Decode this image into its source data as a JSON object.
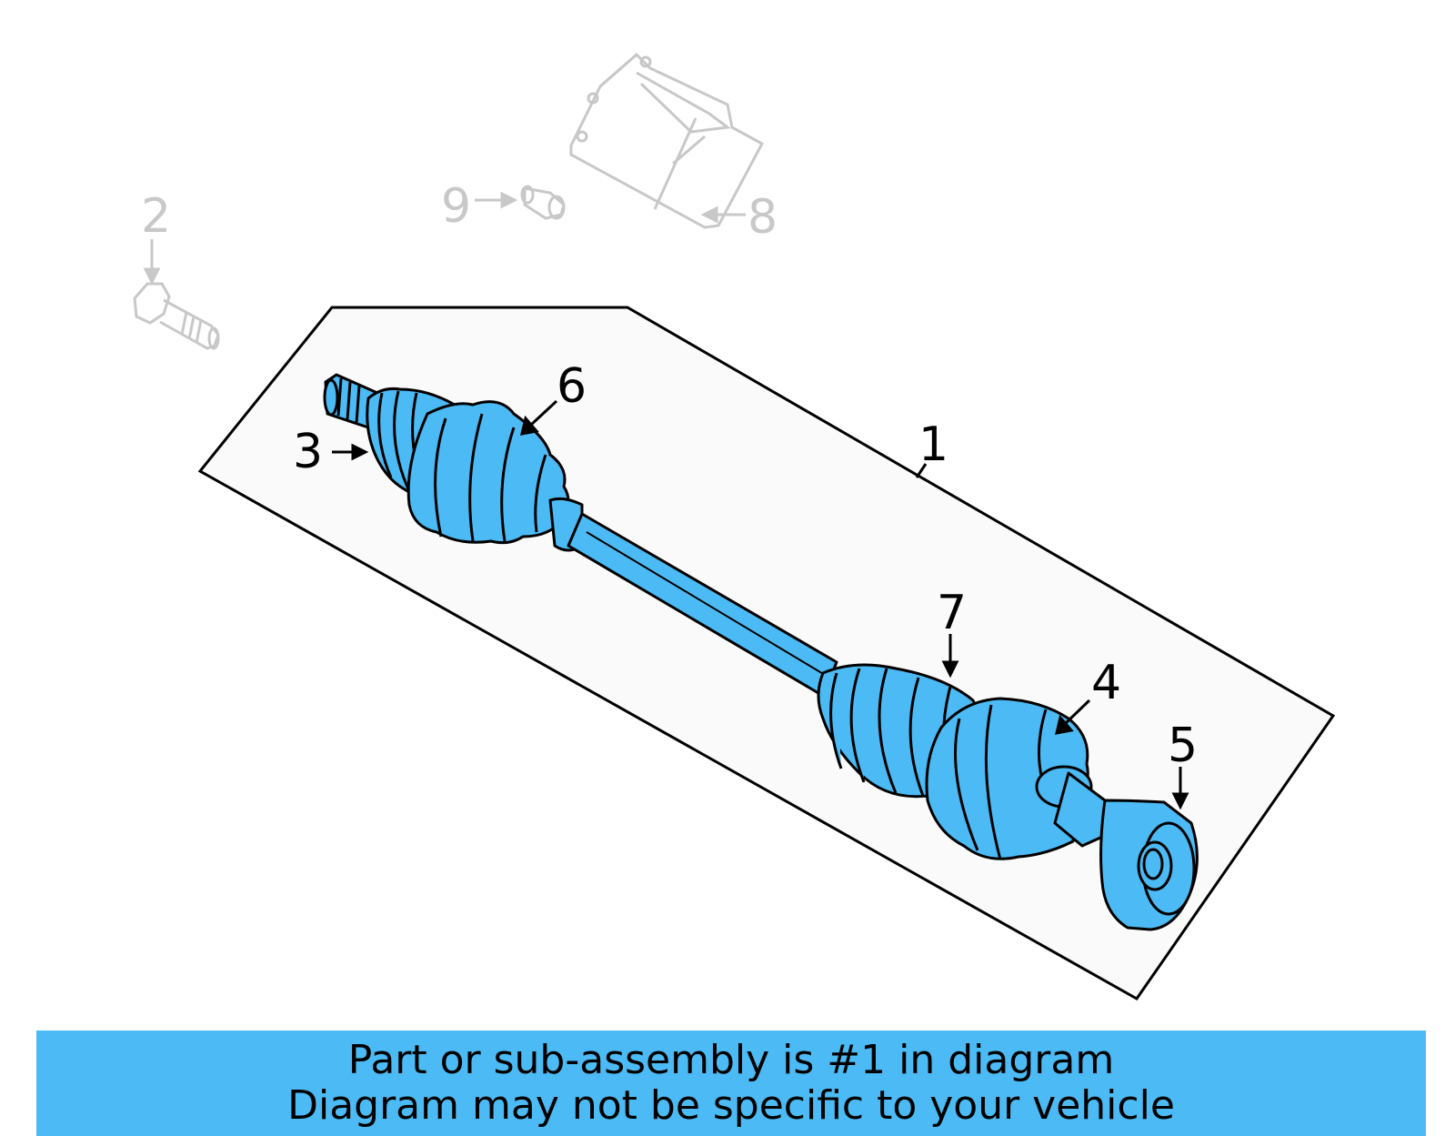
{
  "callouts": {
    "c1": "1",
    "c2": "2",
    "c3": "3",
    "c4": "4",
    "c5": "5",
    "c6": "6",
    "c7": "7",
    "c8": "8",
    "c9": "9"
  },
  "banner": {
    "line1": "Part or sub-assembly is #1 in diagram",
    "line2": "Diagram may not be specific to your vehicle"
  },
  "colors": {
    "highlight": "#4cbbf5",
    "faded_part": "#c8c8c8",
    "outline": "#000000"
  },
  "icons": [
    "axle-shaft-icon",
    "bolt-icon",
    "nut-icon",
    "heat-shield-icon"
  ]
}
